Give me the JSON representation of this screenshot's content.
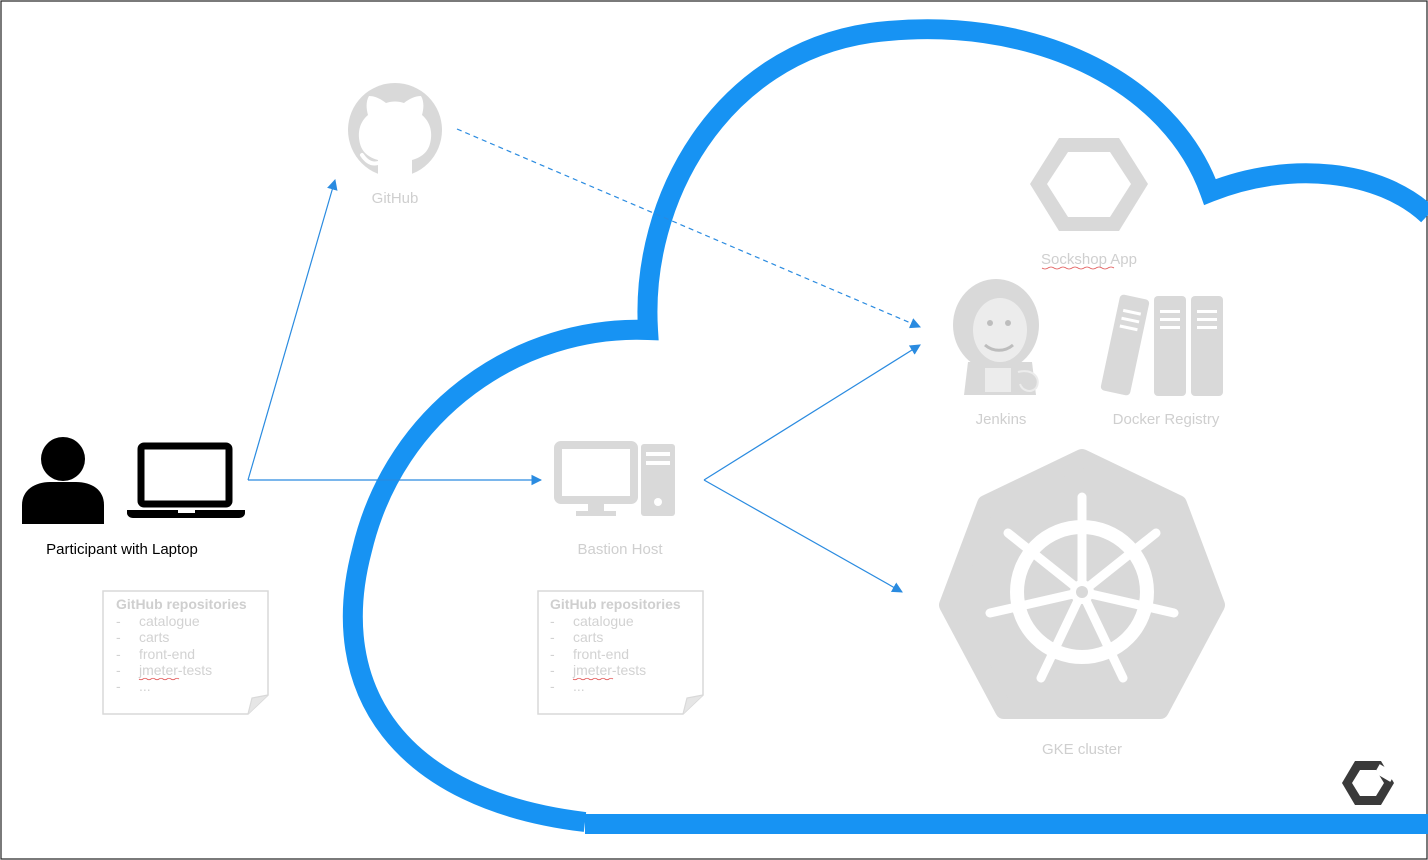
{
  "nodes": {
    "participant": "Participant with Laptop",
    "github": "GitHub",
    "bastion": "Bastion Host",
    "sockshop": "Sockshop App",
    "jenkins": "Jenkins",
    "docker_registry": "Docker Registry",
    "gke": "GKE cluster"
  },
  "notes": [
    {
      "title": "GitHub repositories",
      "items": [
        "catalogue",
        "carts",
        "front-end",
        "jmeter-tests",
        "..."
      ]
    },
    {
      "title": "GitHub repositories",
      "items": [
        "catalogue",
        "carts",
        "front-end",
        "jmeter-tests",
        "..."
      ]
    }
  ],
  "colors": {
    "cloud": "#1793f3",
    "arrow": "#2a8be0",
    "faded": "#d9d9d9",
    "faded_text": "#cfcfcf",
    "logo": "#3a3a3a"
  },
  "icons": {
    "user": "person-icon",
    "laptop": "laptop-icon",
    "github": "github-icon",
    "bastion": "desktop-computer-icon",
    "sockshop": "hexagon-icon",
    "jenkins": "jenkins-icon",
    "docker_registry": "binders-icon",
    "gke": "kubernetes-icon",
    "gcp": "google-cloud-icon"
  }
}
